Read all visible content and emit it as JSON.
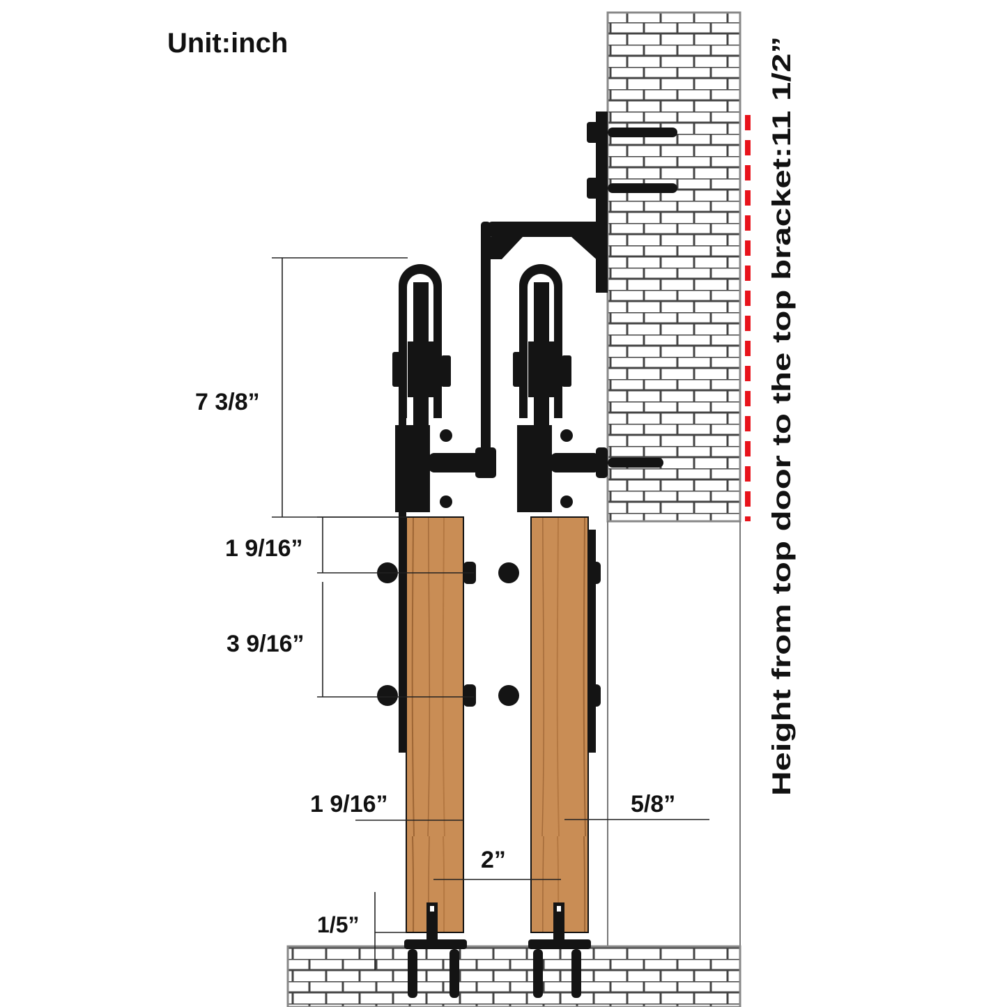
{
  "unit_label": "Unit:inch",
  "height_note": "Height from top door to the top bracket:11 1/2”",
  "dimensions": {
    "hanger_height": "7 3/8”",
    "top_to_first_bolt": "1 9/16”",
    "bolt_spacing": "3 9/16”",
    "door_thickness": "1 9/16”",
    "wall_clearance": "5/8”",
    "door_gap": "2”",
    "floor_clearance": "1/5”"
  },
  "colors": {
    "hardware": "#141414",
    "wood": "#c98d55",
    "wood_grain": "#8a5427",
    "brick_line": "#555555",
    "note_dash": "#e8131b"
  }
}
